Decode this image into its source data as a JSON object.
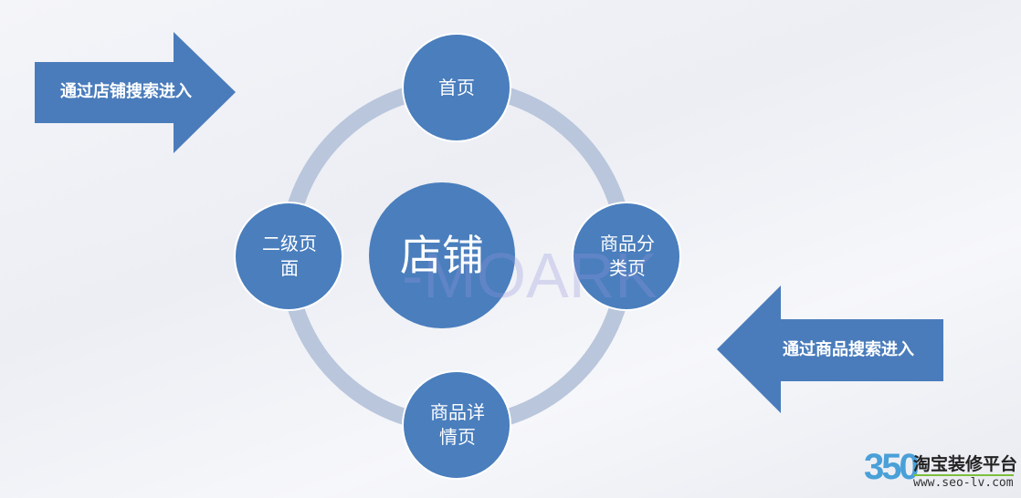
{
  "colors": {
    "node": "#4a7ebd",
    "ring": "#b9c6dc",
    "arrow": "#4a7cbb"
  },
  "arrows": {
    "left": "通过店铺搜索进入",
    "right": "通过商品搜索进入"
  },
  "center": "店铺",
  "nodes": {
    "top": "首页",
    "right": "商品分类页",
    "bottom": "商品详情页",
    "left": "二级页面"
  },
  "watermark": "-MOARK",
  "logo": {
    "number": "350",
    "name": "淘宝装修平台",
    "url": "www.seo-lv.com"
  }
}
